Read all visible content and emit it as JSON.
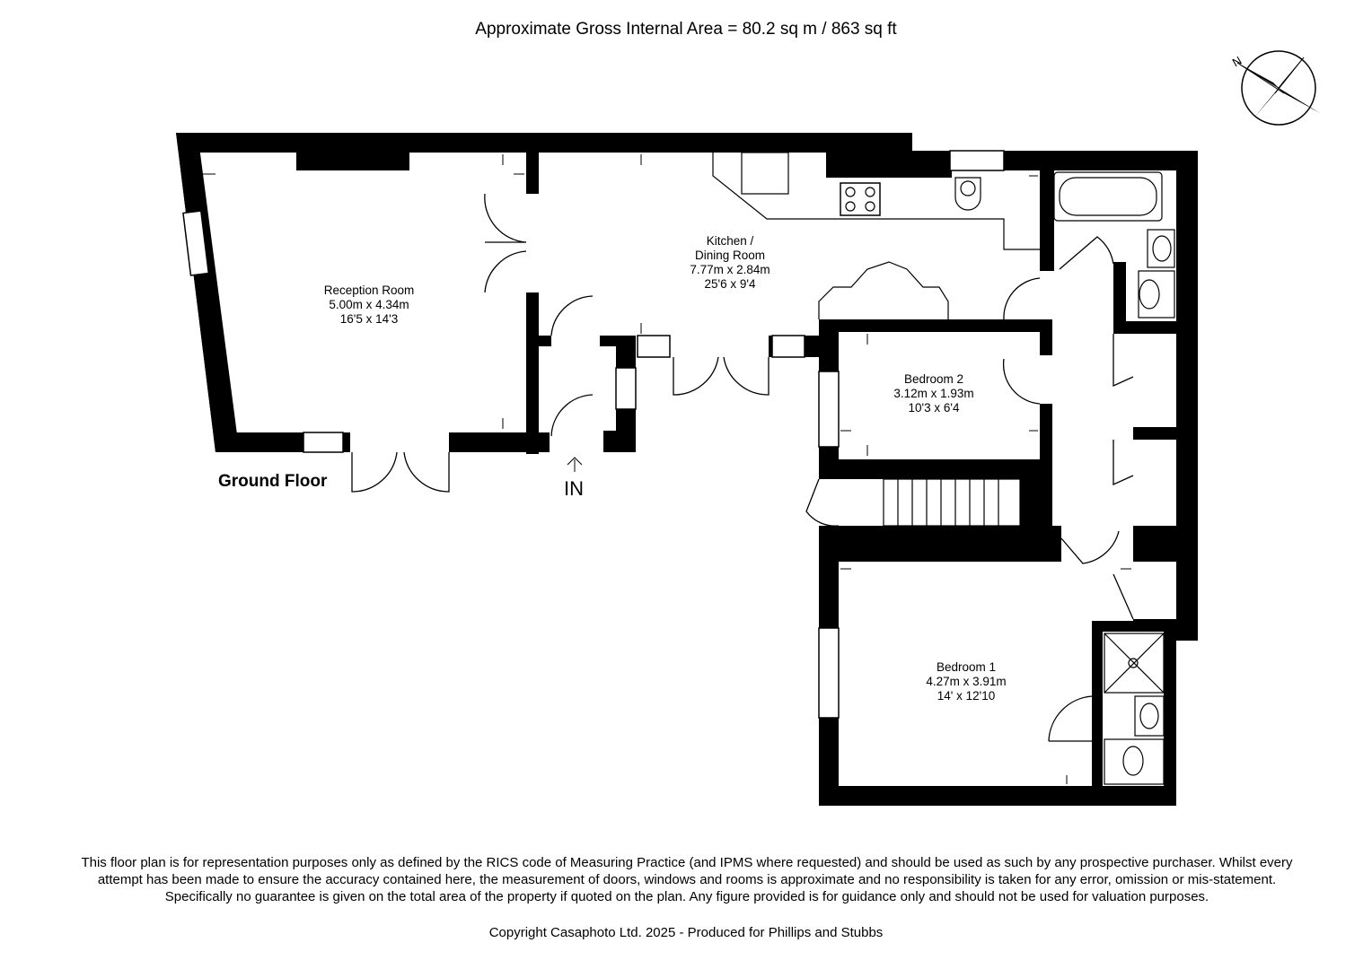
{
  "header": {
    "area_title": "Approximate Gross Internal Area = 80.2 sq m / 863 sq ft"
  },
  "compass": {
    "north_label": "N",
    "icon": "compass-rose-icon"
  },
  "floor": {
    "label": "Ground Floor",
    "entrance_label": "IN"
  },
  "rooms": [
    {
      "id": "reception",
      "name": "Reception Room",
      "metric": "5.00m x 4.34m",
      "imperial": "16'5 x 14'3"
    },
    {
      "id": "kitchen",
      "name_line1": "Kitchen /",
      "name_line2": "Dining Room",
      "metric": "7.77m x 2.84m",
      "imperial": "25'6 x 9'4"
    },
    {
      "id": "bedroom2",
      "name": "Bedroom 2",
      "metric": "3.12m x 1.93m",
      "imperial": "10'3 x 6'4"
    },
    {
      "id": "bedroom1",
      "name": "Bedroom 1",
      "metric": "4.27m x 3.91m",
      "imperial": "14' x 12'10"
    }
  ],
  "footer": {
    "disclaimer": "This floor plan is for representation purposes only as defined by the RICS code of Measuring Practice (and IPMS where requested) and should be used as such by any prospective purchaser. Whilst every attempt has been made to ensure the accuracy contained here, the measurement of doors, windows and rooms is approximate and no responsibility is taken for any error, omission or mis-statement. Specifically no guarantee is given on the total area of the property if quoted on the plan. Any figure provided is for guidance only and should not be used for valuation purposes.",
    "copyright": "Copyright Casaphoto Ltd. 2025 - Produced for Phillips and Stubbs"
  }
}
